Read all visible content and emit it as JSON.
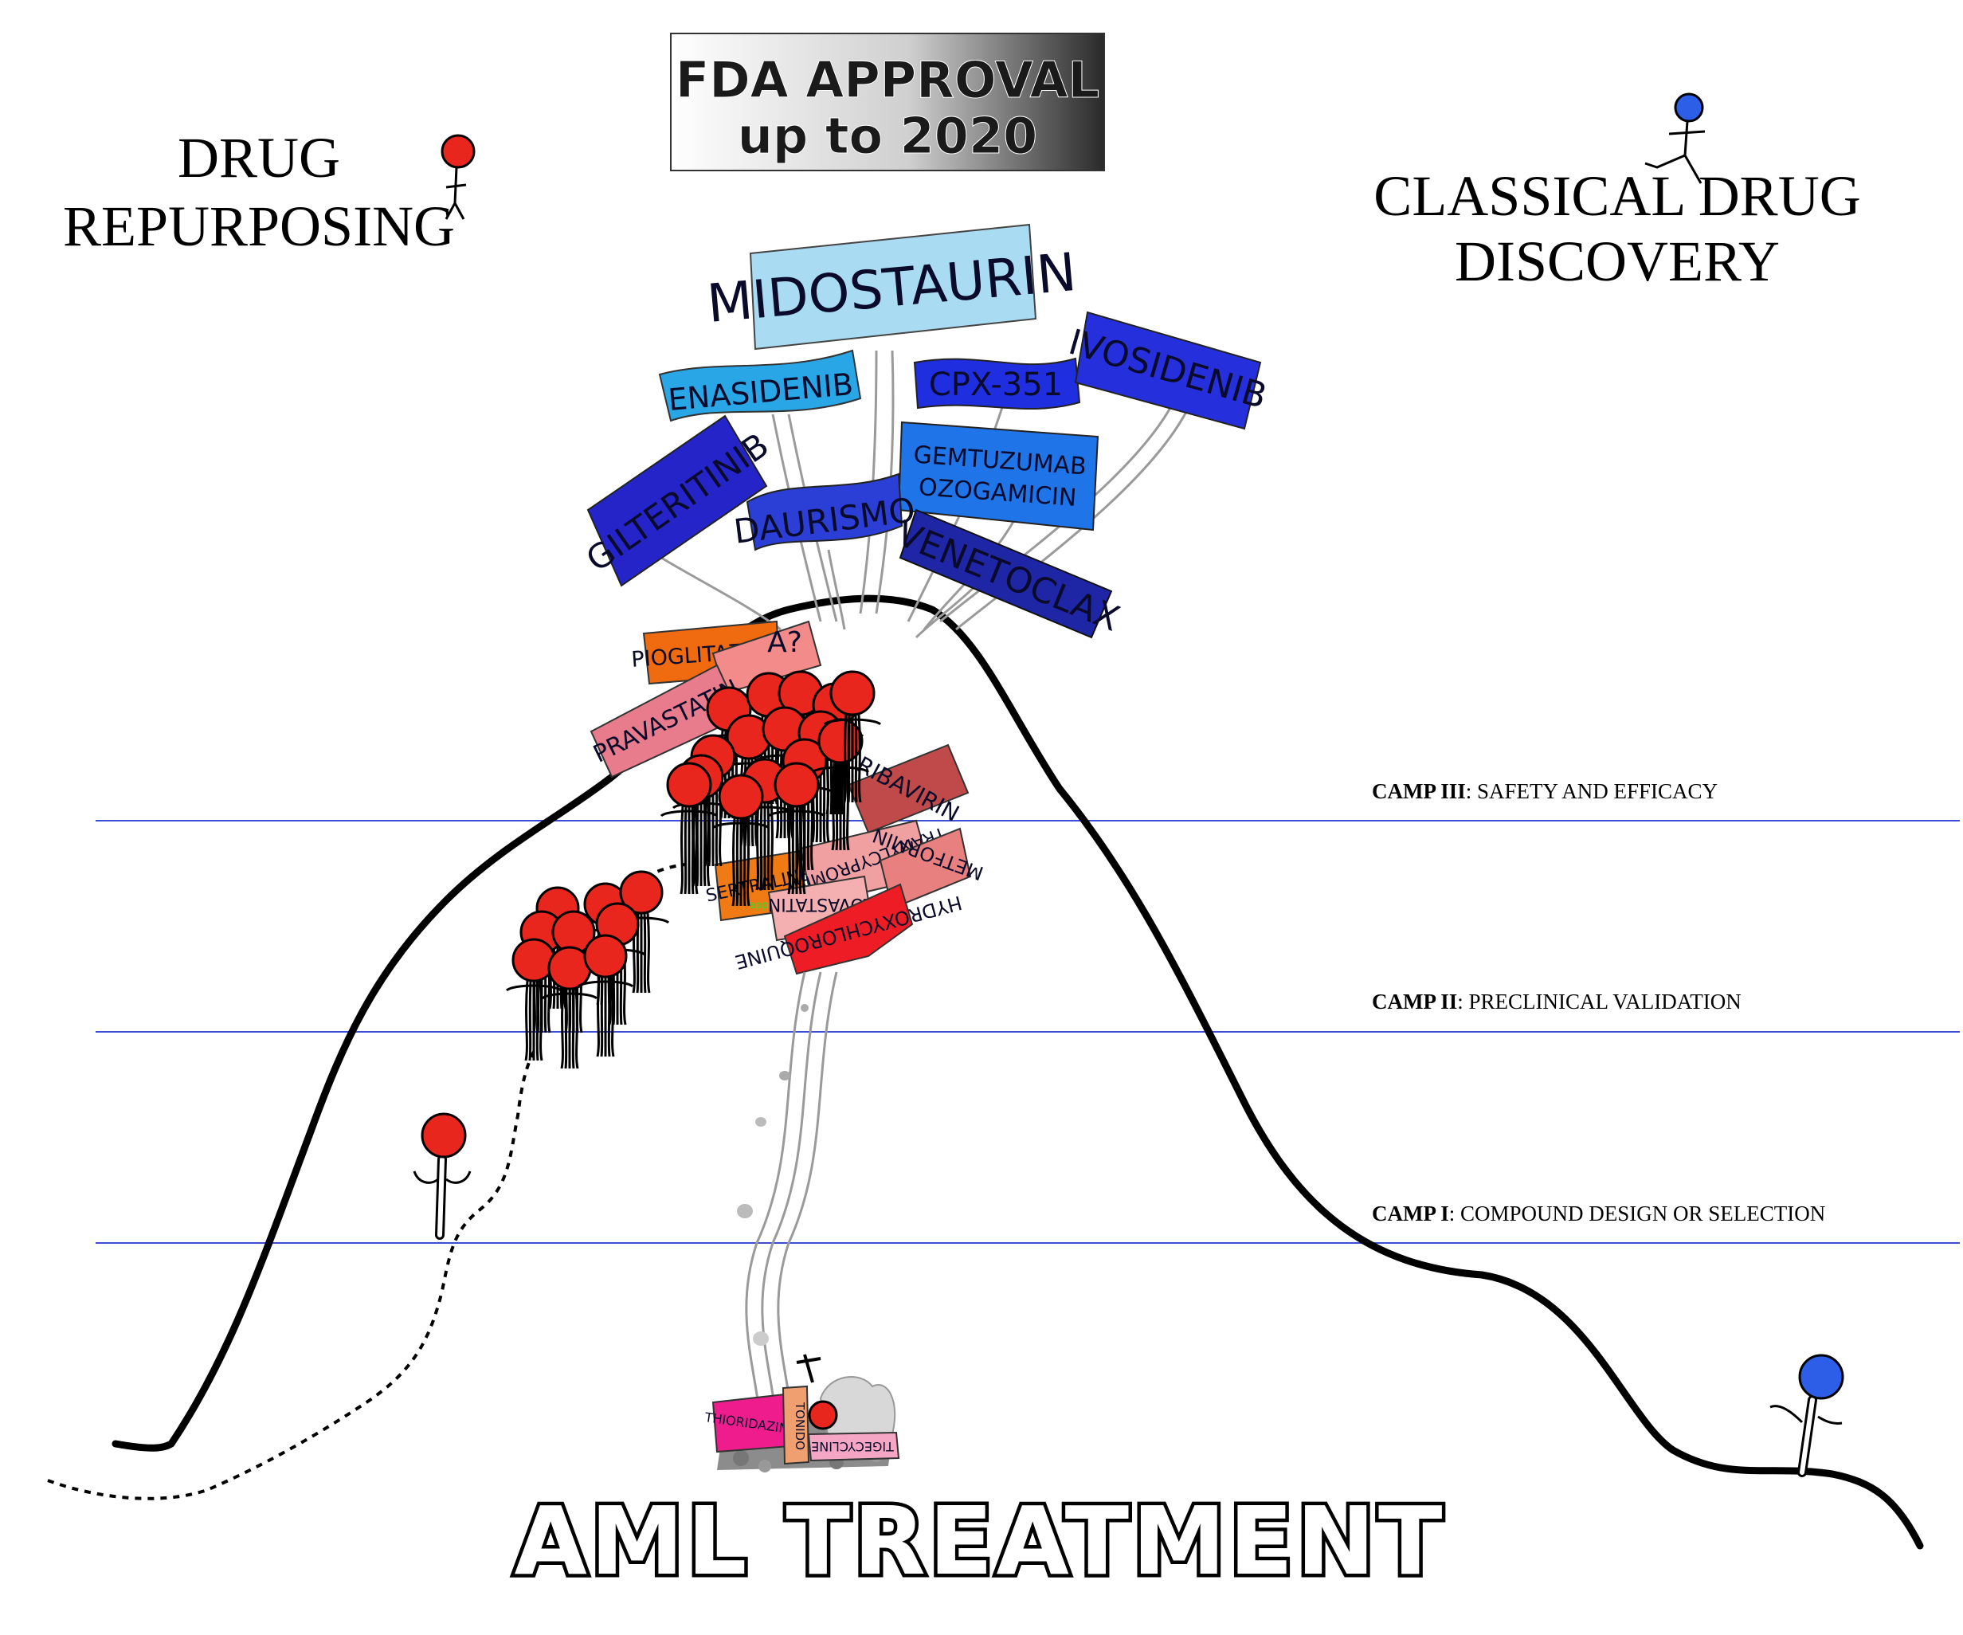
{
  "header": {
    "fda_line1": "FDA APPROVAL",
    "fda_line2": "up to 2020"
  },
  "left_title": {
    "line1": "DRUG",
    "line2": "REPURPOSING"
  },
  "right_title": {
    "line1": "CLASSICAL DRUG",
    "line2": "DISCOVERY"
  },
  "bottom_title": "AML TREATMENT",
  "camps": [
    {
      "label": "CAMP III",
      "desc": ": SAFETY AND EFFICACY"
    },
    {
      "label": "CAMP II",
      "desc": ": PRECLINICAL VALIDATION"
    },
    {
      "label": "CAMP I",
      "desc": ": COMPOUND DESIGN OR SELECTION"
    }
  ],
  "approved_flags": [
    {
      "name": "MIDOSTAURIN",
      "color": "#a9dcf2"
    },
    {
      "name": "ENASIDENIB",
      "color": "#29a6e6"
    },
    {
      "name": "CPX-351",
      "color": "#1f2fe0"
    },
    {
      "name": "IVOSIDENIB",
      "color": "#2530dc"
    },
    {
      "name": "GEMTUZUMAB",
      "color": "#1f74e8"
    },
    {
      "name": "OZOGAMICIN",
      "color": "#1f74e8"
    },
    {
      "name": "GILTERITINIB",
      "color": "#2424c8"
    },
    {
      "name": "DAURISMO",
      "color": "#2b3fd6"
    },
    {
      "name": "VENETOCLAX",
      "color": "#1e26a6"
    }
  ],
  "repurposed_flags": [
    {
      "name": "PIOGLITAZONE",
      "color": "#f06a10"
    },
    {
      "name": "A?",
      "color": "#f48b8b"
    },
    {
      "name": "PRAVASTATIN",
      "color": "#e87c8c"
    },
    {
      "name": "RIBAVIRIN",
      "color": "#c04a4a"
    },
    {
      "name": "SERTRALINE",
      "color": "#f07a14"
    },
    {
      "name": "TRANYLCYPROMINE",
      "color": "#f0a0a0"
    },
    {
      "name": "METFORMIN",
      "color": "#e88080"
    },
    {
      "name": "LOVASTATIN",
      "color": "#f4b0b0"
    },
    {
      "name": "HYDROXYCHLOROQUINE",
      "color": "#ee1c24"
    }
  ],
  "fallen_flags": [
    {
      "name": "THIORIDAZINE",
      "color": "#ee1c8c"
    },
    {
      "name": "TONIDO",
      "color": "#f0a070"
    },
    {
      "name": "TIGECYCLINE",
      "color": "#f4a6c4"
    }
  ],
  "small_tag": "appr",
  "colors": {
    "climber_red": "#e8261e",
    "climber_blue": "#2c5ee8",
    "camp_line": "#3a4fd6"
  }
}
